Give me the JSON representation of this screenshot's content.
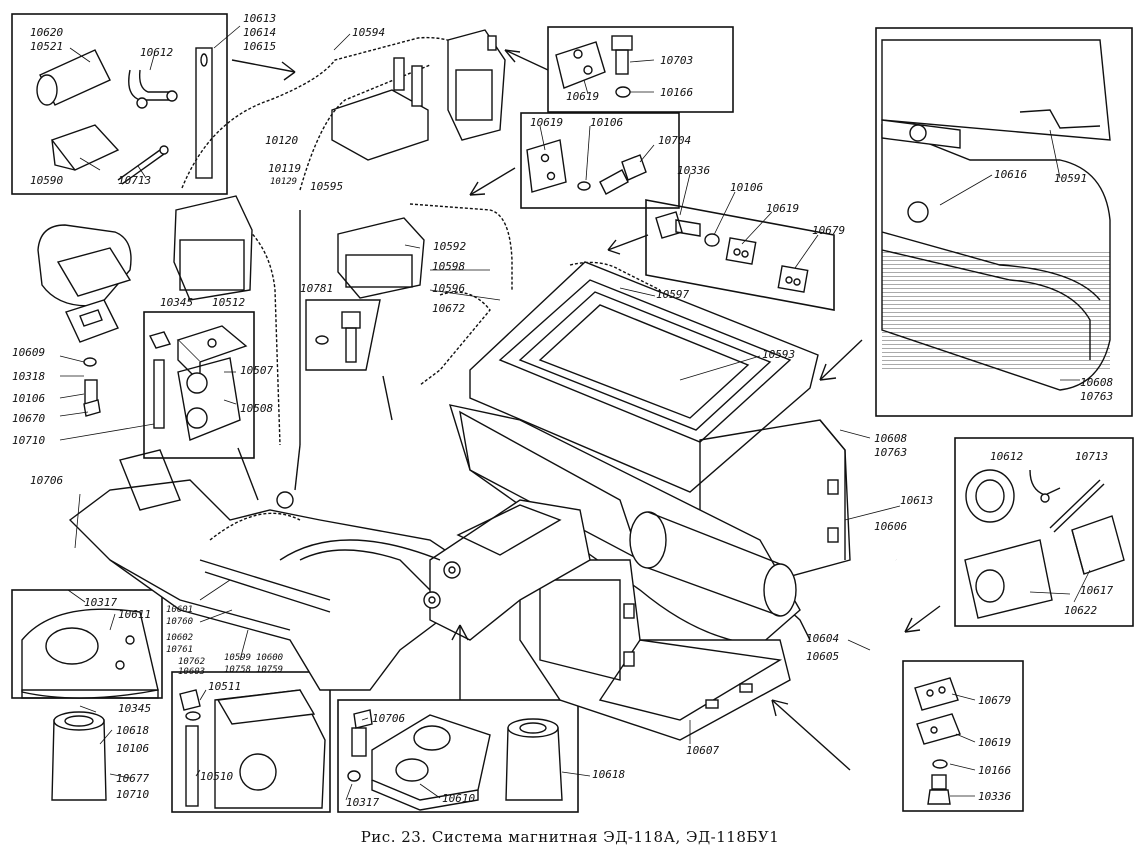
{
  "caption": "Рис. 23. Система магнитная ЭД-118А, ЭД-118БУ1",
  "labels": {
    "l10620": "10620",
    "l10521": "10521",
    "l10612a": "10612",
    "l10613a": "10613",
    "l10614": "10614",
    "l10615": "10615",
    "l10590": "10590",
    "l10713a": "10713",
    "l10594": "10594",
    "l10120": "10120",
    "l10119": "10119",
    "l10129": "10129",
    "l10595": "10595",
    "l10703": "10703",
    "l10619a": "10619",
    "l10166": "10166",
    "l10619b": "10619",
    "l10106a": "10106",
    "l10704": "10704",
    "l10336a": "10336",
    "l10106b": "10106",
    "l10619c": "10619",
    "l10679a": "10679",
    "l10616": "10616",
    "l10591": "10591",
    "l10592": "10592",
    "l10598": "10598",
    "l10596": "10596",
    "l10597": "10597",
    "l10781": "10781",
    "l10672": "10672",
    "l10345a": "10345",
    "l10512": "10512",
    "l10609": "10609",
    "l10318": "10318",
    "l10106c": "10106",
    "l10670": "10670",
    "l10710a": "10710",
    "l10507": "10507",
    "l10508": "10508",
    "l10593": "10593",
    "l10608a": "10608",
    "l10763a": "10763",
    "l10608b": "10608",
    "l10763b": "10763",
    "l10706a": "10706",
    "l10613b": "10613",
    "l10612b": "10612",
    "l10713b": "10713",
    "l10606": "10606",
    "l10622": "10622",
    "l10617": "10617",
    "l10317a": "10317",
    "l10611": "10611",
    "l10601": "10601",
    "l10760": "10760",
    "l10602": "10602",
    "l10761": "10761",
    "l10762": "10762",
    "l10603": "10603",
    "l10599": "10599",
    "l10758": "10758",
    "l10600": "10600",
    "l10759": "10759",
    "l10604": "10604",
    "l10605": "10605",
    "l10345b": "10345",
    "l10511": "10511",
    "l10618a": "10618",
    "l10106d": "10106",
    "l10677": "10677",
    "l10710b": "10710",
    "l10510": "10510",
    "l10706b": "10706",
    "l10317b": "10317",
    "l10610": "10610",
    "l10618b": "10618",
    "l10607": "10607",
    "l10679b": "10679",
    "l10619d": "10619",
    "l10166b": "10166",
    "l10336b": "10336"
  }
}
